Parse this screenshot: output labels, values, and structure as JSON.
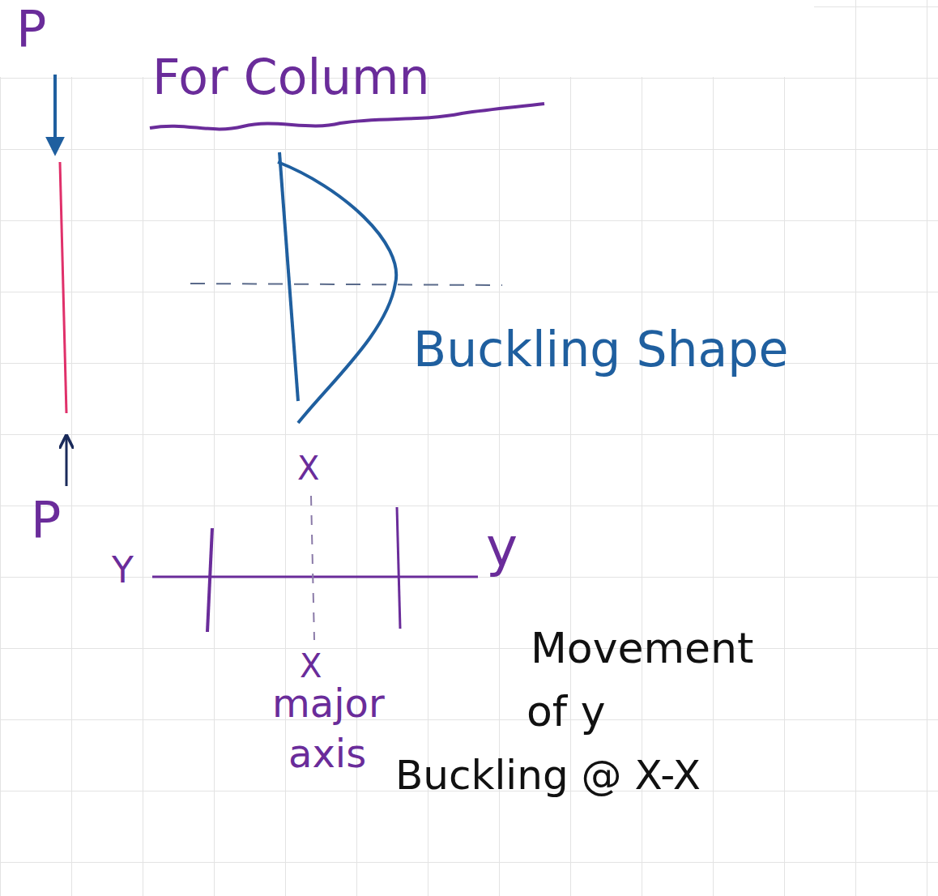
{
  "diagram": {
    "title": "For Column",
    "labels": [
      "P",
      "Buckling Shape",
      "P",
      "X",
      "Y",
      "y",
      "X",
      "major",
      "axis",
      "Movement",
      "of y",
      "Buckling @ X-X"
    ]
  }
}
